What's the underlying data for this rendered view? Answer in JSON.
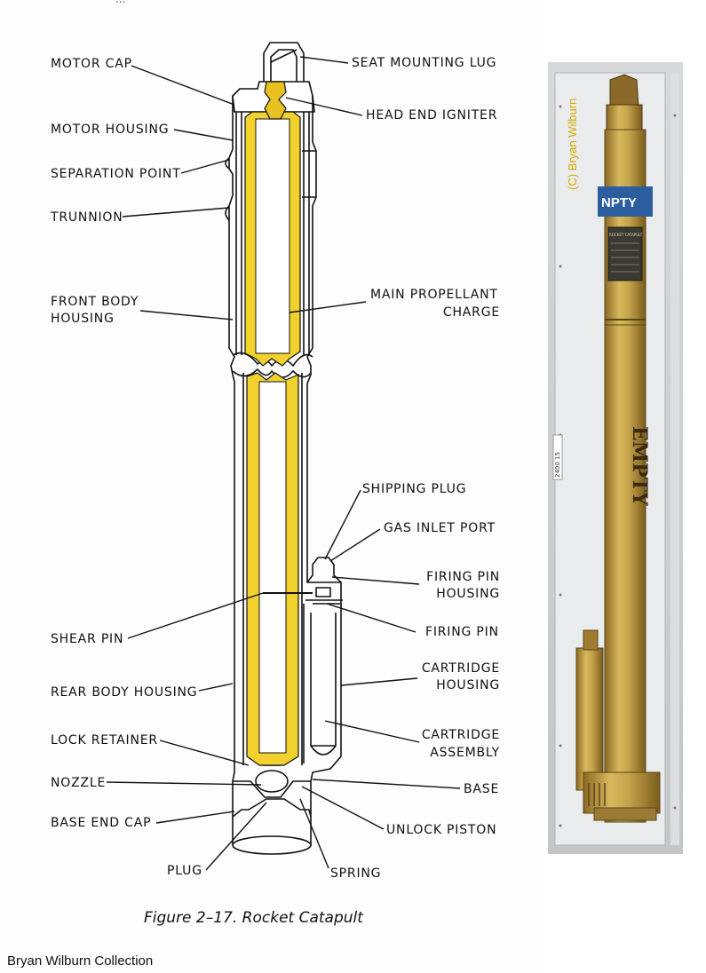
{
  "top_text": "...",
  "figure_caption": "Figure 2–17. Rocket Catapult",
  "collection_credit": "Bryan Wilburn Collection",
  "photo_watermark": "(C) Bryan Wilburn",
  "photo_markings": {
    "band_text": "NPTY",
    "stencil_text": "EMPTY",
    "plate_text": "ROCKET CATAPULT",
    "side_label": "2400 15"
  },
  "labels": {
    "seat_mounting_lug": "SEAT MOUNTING LUG",
    "motor_cap": "MOTOR CAP",
    "head_end_igniter": "HEAD END IGNITER",
    "motor_housing": "MOTOR HOUSING",
    "separation_point": "SEPARATION POINT",
    "trunnion": "TRUNNION",
    "front_body_housing_1": "FRONT BODY",
    "front_body_housing_2": "HOUSING",
    "main_propellant_charge_1": "MAIN PROPELLANT",
    "main_propellant_charge_2": "CHARGE",
    "shipping_plug": "SHIPPING PLUG",
    "gas_inlet_port": "GAS INLET PORT",
    "firing_pin_housing_1": "FIRING PIN",
    "firing_pin_housing_2": "HOUSING",
    "shear_pin": "SHEAR PIN",
    "firing_pin": "FIRING PIN",
    "rear_body_housing": "REAR BODY HOUSING",
    "cartridge_housing_1": "CARTRIDGE",
    "cartridge_housing_2": "HOUSING",
    "lock_retainer": "LOCK RETAINER",
    "cartridge_assembly_1": "CARTRIDGE",
    "cartridge_assembly_2": "ASSEMBLY",
    "nozzle": "NOZZLE",
    "base": "BASE",
    "base_end_cap": "BASE END CAP",
    "unlock_piston": "UNLOCK PISTON",
    "plug": "PLUG",
    "spring": "SPRING"
  },
  "colors": {
    "propellant": "#f2d12e",
    "photo_gold": "#c4a24a",
    "photo_band": "#2a5e9e",
    "watermark": "#d9a800"
  }
}
